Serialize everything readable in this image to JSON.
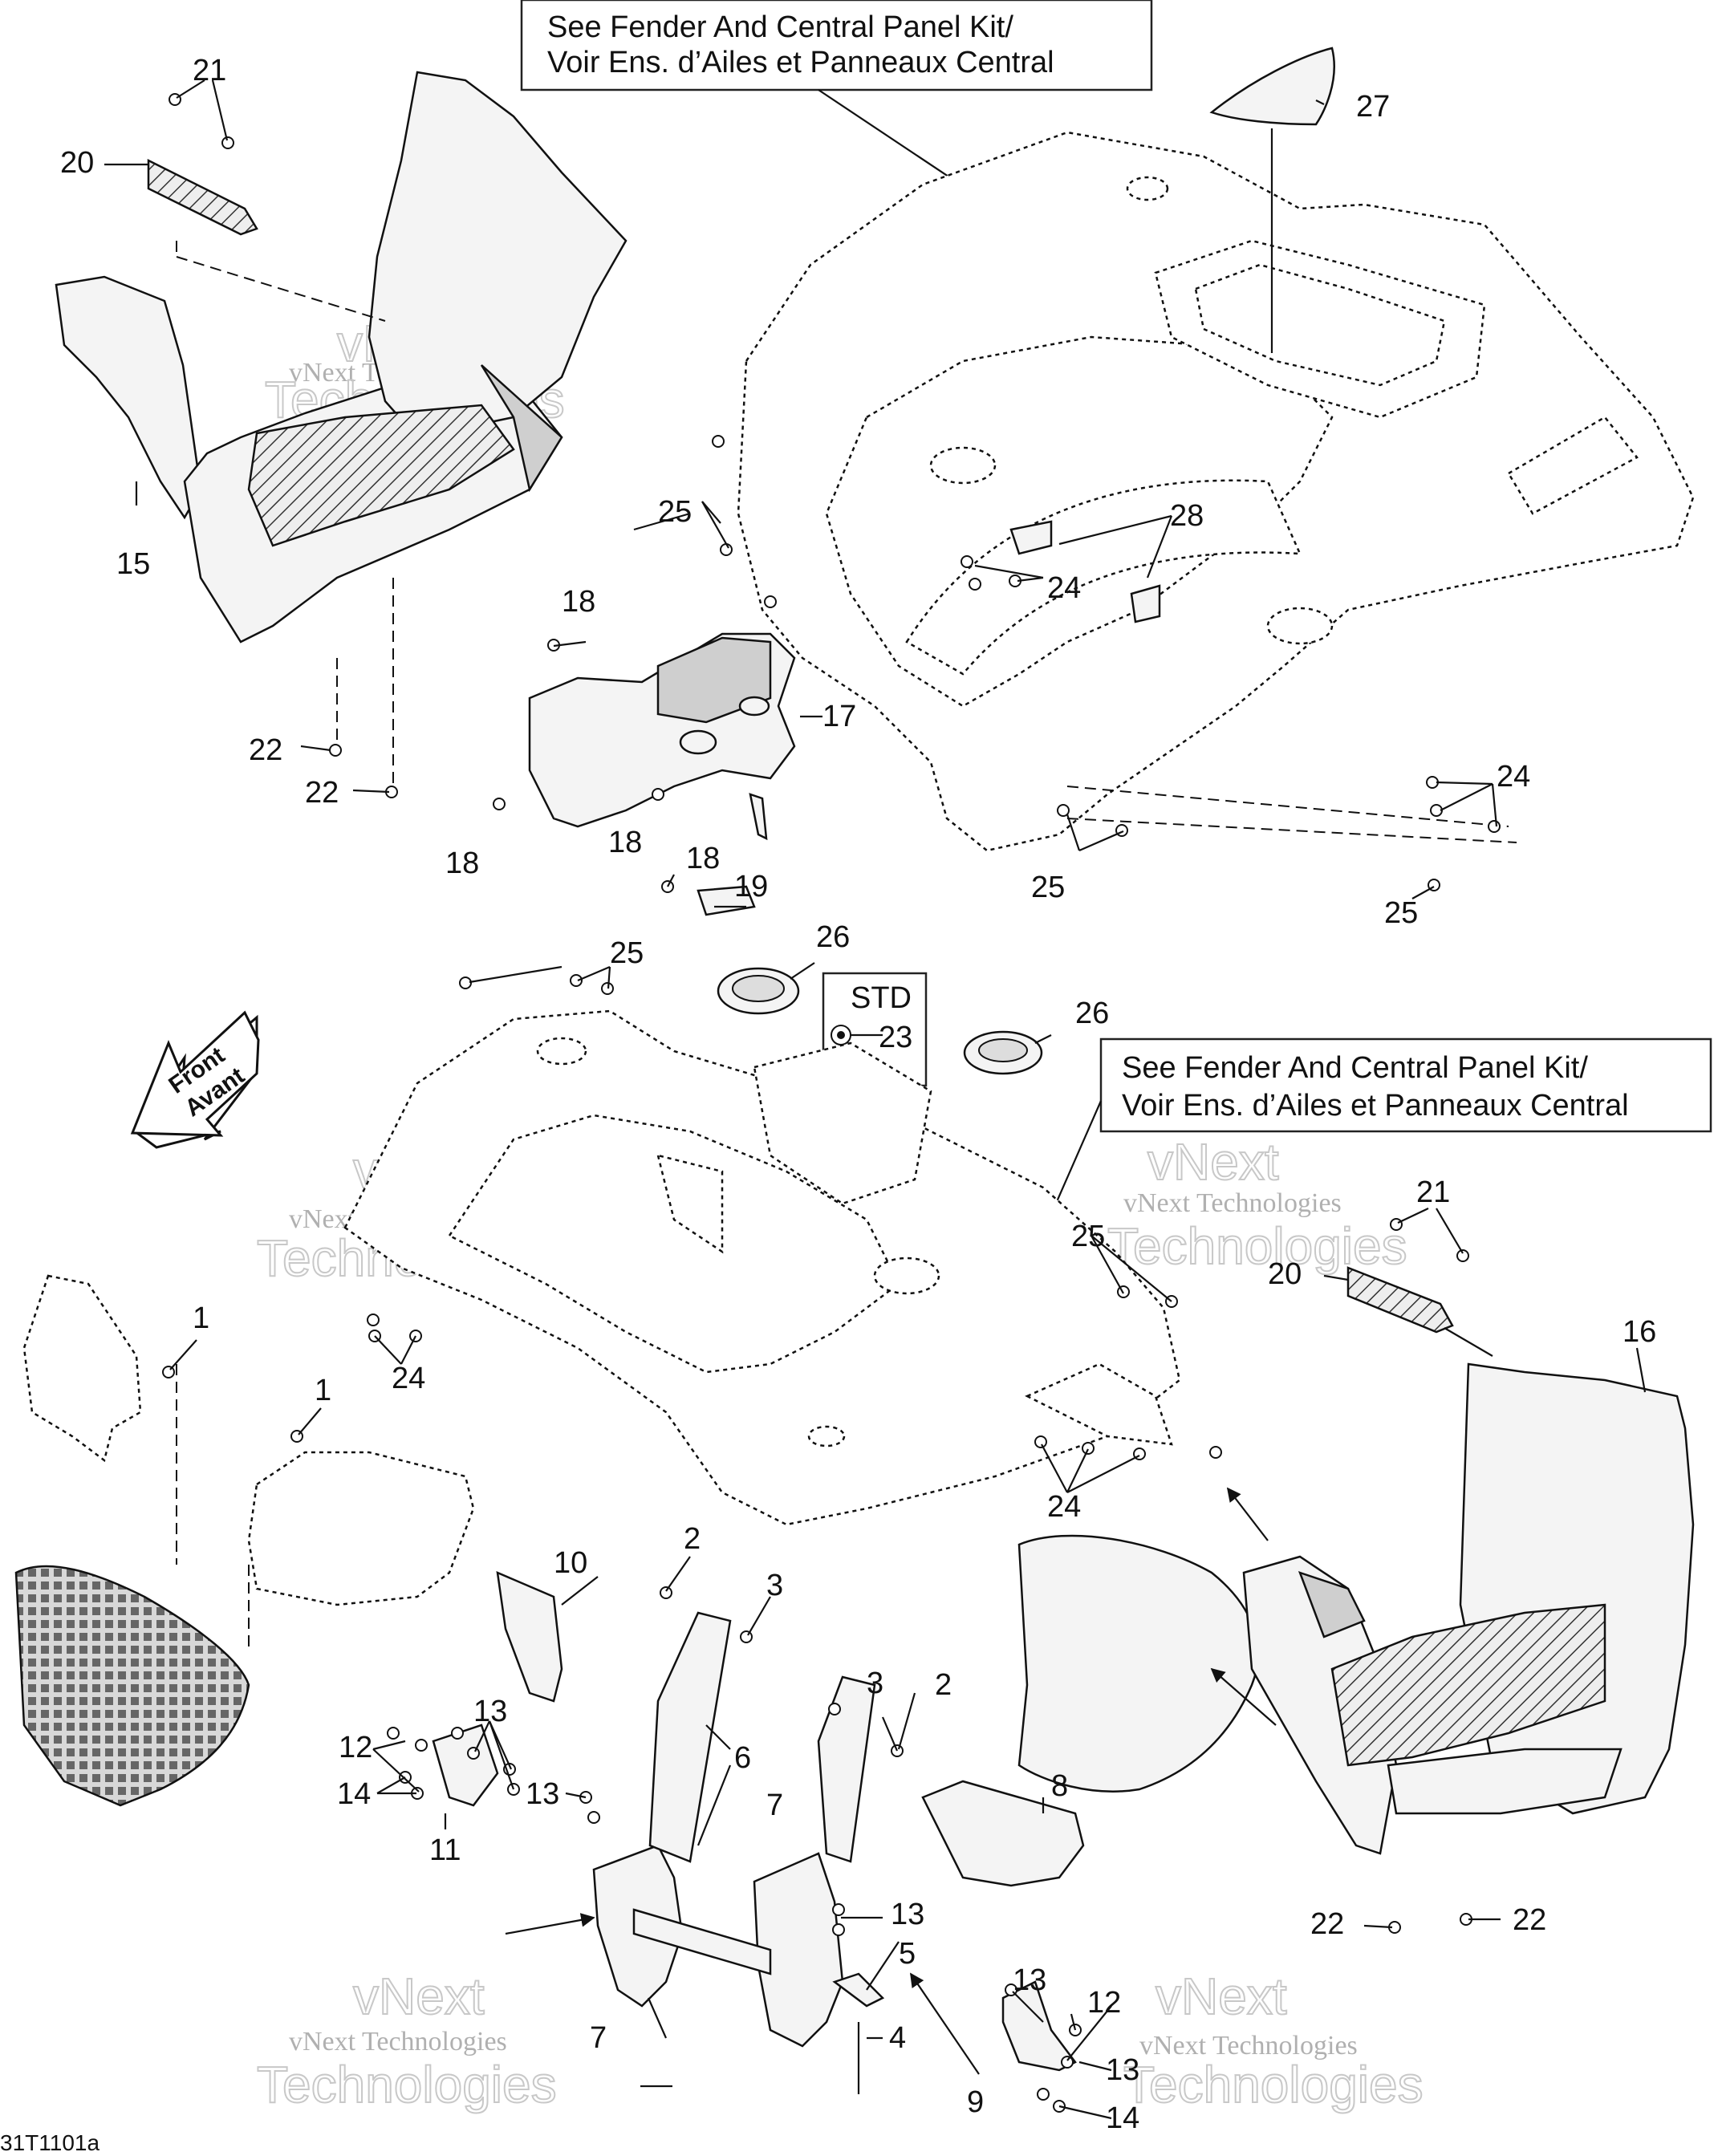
{
  "notes": {
    "top_line1": "See Fender And Central Panel Kit/",
    "top_line2": "Voir Ens. d’Ailes et Panneaux Central",
    "mid_line1": "See Fender And Central Panel Kit/",
    "mid_line2": "Voir Ens. d’Ailes et Panneaux Central",
    "std": "STD"
  },
  "front_arrow": {
    "line1": "Front",
    "line2": "Avant"
  },
  "drawing_code": "31T1101a",
  "watermark": {
    "small": "vNext Technologies",
    "large1": "vNext",
    "large2": "Technologies"
  },
  "callouts": {
    "c1a": "1",
    "c1b": "1",
    "c2a": "2",
    "c2b": "2",
    "c3a": "3",
    "c3b": "3",
    "c4": "4",
    "c5": "5",
    "c6": "6",
    "c7a": "7",
    "c7b": "7",
    "c8": "8",
    "c9": "9",
    "c10": "10",
    "c11": "11",
    "c12a": "12",
    "c12b": "12",
    "c13a": "13",
    "c13b": "13",
    "c13c": "13",
    "c13d": "13",
    "c13e": "13",
    "c14a": "14",
    "c14b": "14",
    "c15": "15",
    "c16": "16",
    "c17": "17",
    "c18a": "18",
    "c18b": "18",
    "c18c": "18",
    "c18d": "18",
    "c19": "19",
    "c20a": "20",
    "c20b": "20",
    "c21a": "21",
    "c21b": "21",
    "c22a": "22",
    "c22b": "22",
    "c22c": "22",
    "c22d": "22",
    "c23": "23",
    "c24a": "24",
    "c24b": "24",
    "c24c": "24",
    "c24d": "24",
    "c25a": "25",
    "c25b": "25",
    "c25c": "25",
    "c25d": "25",
    "c25e": "25",
    "c26a": "26",
    "c26b": "26",
    "c27": "27",
    "c28": "28"
  }
}
